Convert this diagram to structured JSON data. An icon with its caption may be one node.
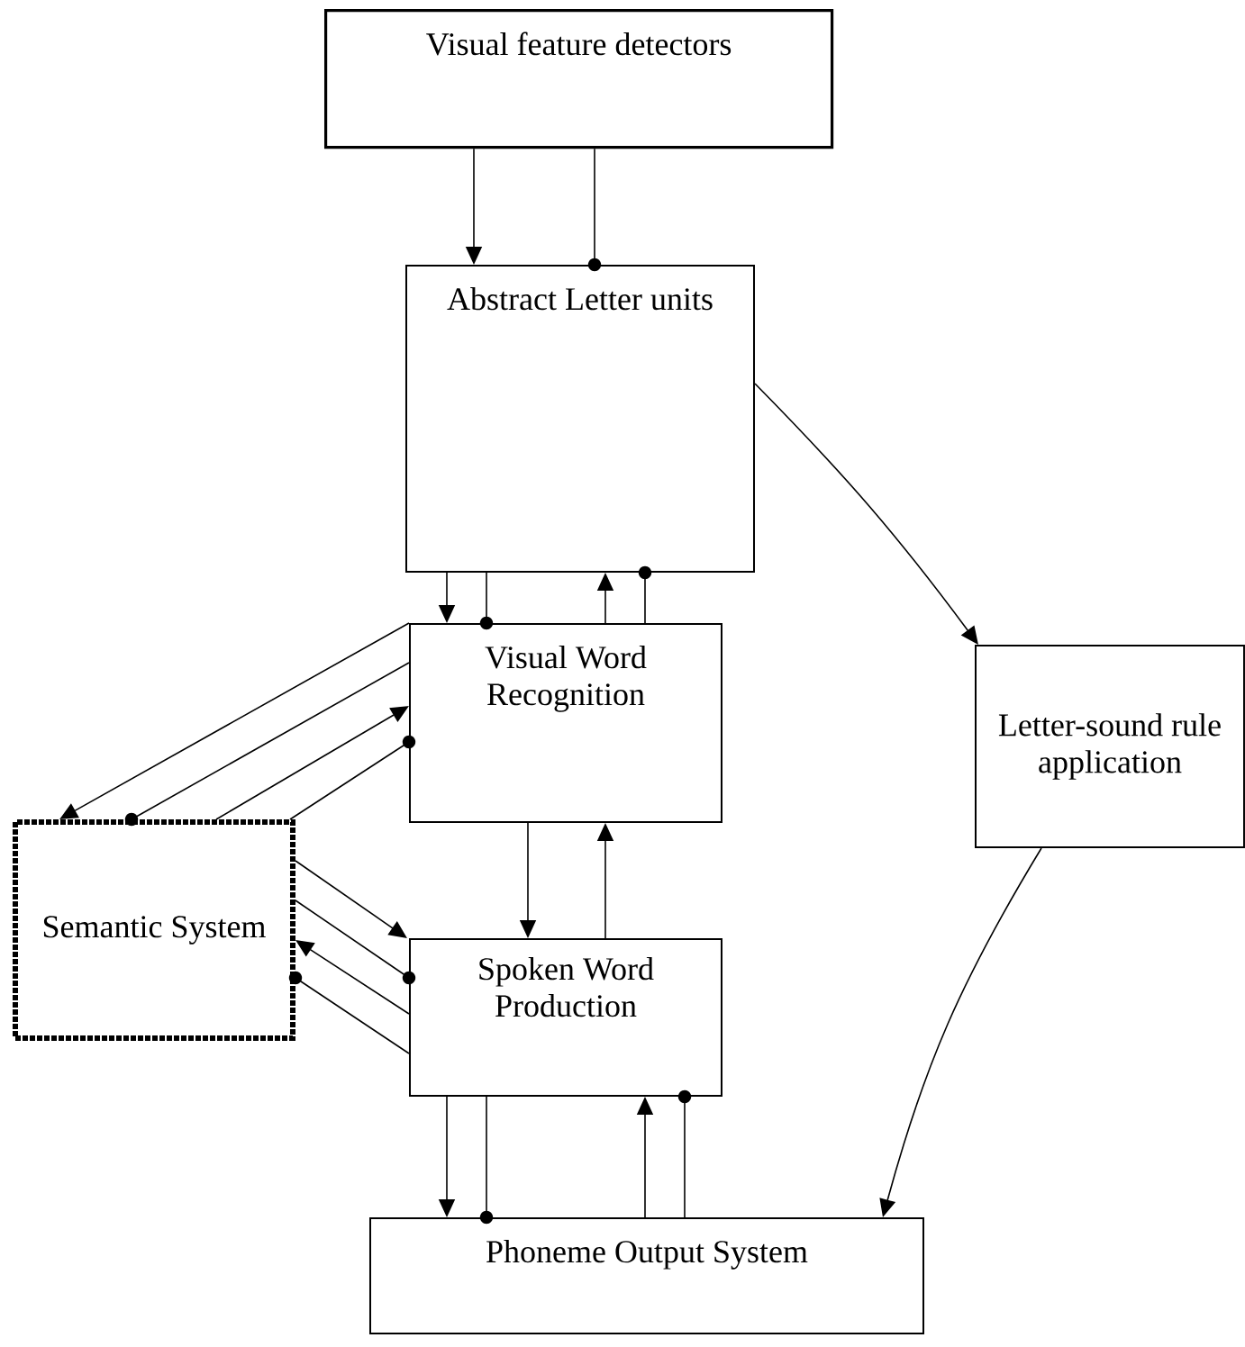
{
  "diagram": {
    "nodes": [
      {
        "text": [
          "Visual feature detectors"
        ]
      },
      {
        "text": [
          "Abstract Letter units"
        ]
      },
      {
        "text": [
          "Visual Word Recognition"
        ]
      },
      {
        "text": [
          "Letter-sound rule application"
        ]
      },
      {
        "text": [
          "Semantic System"
        ]
      },
      {
        "text": [
          "Spoken Word Production"
        ]
      },
      {
        "text": [
          "Phoneme Output System"
        ]
      }
    ],
    "edges": [
      {
        "from": 0,
        "to": 1,
        "arrow": "to"
      },
      {
        "from": 0,
        "to": 1,
        "arrow": "other"
      },
      {
        "from": 1,
        "to": 2,
        "arrow": "to"
      },
      {
        "from": 1,
        "to": 2,
        "arrow": "other"
      },
      {
        "from": 2,
        "to": 1,
        "arrow": "to"
      },
      {
        "from": 2,
        "to": 1,
        "arrow": "other"
      },
      {
        "from": 1,
        "to": 3,
        "arrow": "to"
      },
      {
        "from": 2,
        "to": 4,
        "arrow": "to"
      },
      {
        "from": 2,
        "to": 4,
        "arrow": "other"
      },
      {
        "from": 4,
        "to": 2,
        "arrow": "to"
      },
      {
        "from": 4,
        "to": 2,
        "arrow": "other"
      },
      {
        "from": 2,
        "to": 5,
        "arrow": "to"
      },
      {
        "from": 5,
        "to": 2,
        "arrow": "to"
      },
      {
        "from": 4,
        "to": 5,
        "arrow": "to"
      },
      {
        "from": 4,
        "to": 5,
        "arrow": "other"
      },
      {
        "from": 5,
        "to": 4,
        "arrow": "to"
      },
      {
        "from": 5,
        "to": 4,
        "arrow": "other"
      },
      {
        "from": 5,
        "to": 6,
        "arrow": "to"
      },
      {
        "from": 5,
        "to": 6,
        "arrow": "other"
      },
      {
        "from": 6,
        "to": 5,
        "arrow": "to"
      },
      {
        "from": 6,
        "to": 5,
        "arrow": "other"
      },
      {
        "from": 3,
        "to": 6,
        "arrow": "to"
      }
    ]
  }
}
